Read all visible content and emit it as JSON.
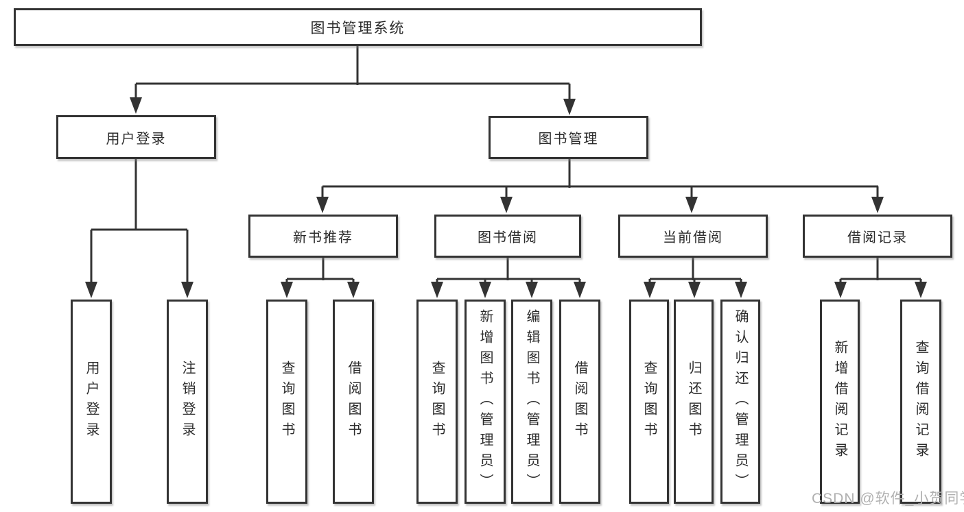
{
  "diagram": {
    "root": {
      "label": "图书管理系统"
    },
    "branches": [
      {
        "label": "用户登录",
        "children": [
          {
            "label": "用户登录"
          },
          {
            "label": "注销登录"
          }
        ]
      },
      {
        "label": "图书管理",
        "children": [
          {
            "label": "新书推荐",
            "children": [
              {
                "label": "查询图书"
              },
              {
                "label": "借阅图书"
              }
            ]
          },
          {
            "label": "图书借阅",
            "children": [
              {
                "label": "查询图书"
              },
              {
                "label": "新增图书（管理员）"
              },
              {
                "label": "编辑图书（管理员）"
              },
              {
                "label": "借阅图书"
              }
            ]
          },
          {
            "label": "当前借阅",
            "children": [
              {
                "label": "查询图书"
              },
              {
                "label": "归还图书"
              },
              {
                "label": "确认归还（管理员）"
              }
            ]
          },
          {
            "label": "借阅记录",
            "children": [
              {
                "label": "新增借阅记录"
              },
              {
                "label": "查询借阅记录"
              }
            ]
          }
        ]
      }
    ],
    "watermark": "CSDN @软件_小贺同学",
    "colors": {
      "line": "#333333",
      "text": "#2b2b2b",
      "watermark": "#b0b0b0",
      "background": "#ffffff"
    }
  }
}
